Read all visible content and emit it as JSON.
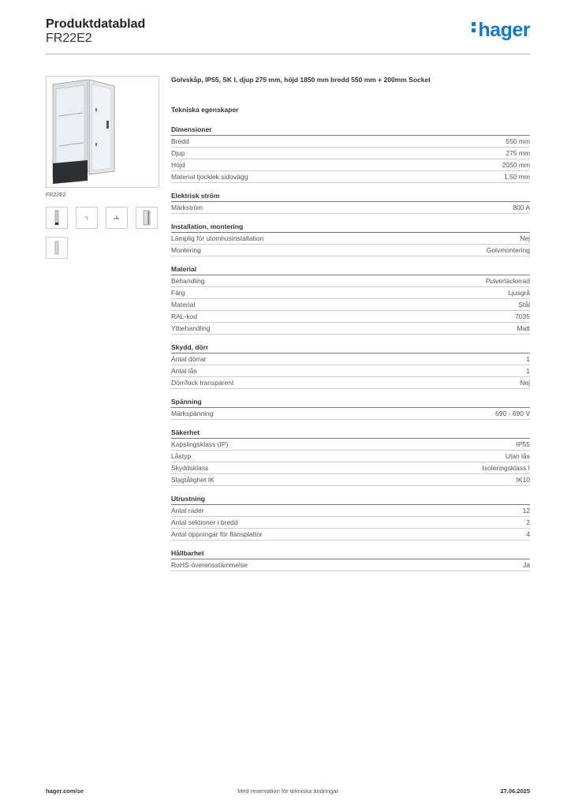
{
  "header": {
    "title": "Produktdatablad",
    "code": "FR22E2",
    "logo_text": "hager",
    "logo_color": "#1a78c2"
  },
  "image": {
    "caption": "FR22E2",
    "thumbnail_icons": [
      "cabinet-side-icon",
      "bracket-icon",
      "hinge-icon",
      "panel-icon",
      "rail-icon"
    ]
  },
  "product": {
    "description": "Golvskåp, IP55, SK I, djup 275 mm, höjd 1850 mm bredd 550 mm + 200mm Sockel"
  },
  "specs": {
    "heading": "Tekniska egenskaper",
    "groups": [
      {
        "title": "Dimensioner",
        "rows": [
          {
            "label": "Bredd",
            "value": "550 mm"
          },
          {
            "label": "Djup",
            "value": "275 mm"
          },
          {
            "label": "Höjd",
            "value": "2050 mm"
          },
          {
            "label": "Material tjocklek sidovägg",
            "value": "1,50 mm"
          }
        ]
      },
      {
        "title": "Elektrisk ström",
        "rows": [
          {
            "label": "Märkström",
            "value": "800 A"
          }
        ]
      },
      {
        "title": "Installation, montering",
        "rows": [
          {
            "label": "Lämplig för utomhusinstallation",
            "value": "Nej"
          },
          {
            "label": "Montering",
            "value": "Golvmontering"
          }
        ]
      },
      {
        "title": "Material",
        "rows": [
          {
            "label": "Behandling",
            "value": "Pulverlackerad"
          },
          {
            "label": "Färg",
            "value": "Ljusgrå"
          },
          {
            "label": "Material",
            "value": "Stål"
          },
          {
            "label": "RAL-kod",
            "value": "7035"
          },
          {
            "label": "Ytbehandling",
            "value": "Matt"
          }
        ]
      },
      {
        "title": "Skydd, dörr",
        "rows": [
          {
            "label": "Antal dörrar",
            "value": "1"
          },
          {
            "label": "Antal lås",
            "value": "1"
          },
          {
            "label": "Dörr/lock transparent",
            "value": "Nej"
          }
        ]
      },
      {
        "title": "Spänning",
        "rows": [
          {
            "label": "Märkspänning",
            "value": "690 - 690 V"
          }
        ]
      },
      {
        "title": "Säkerhet",
        "rows": [
          {
            "label": "Kapslingsklass (IP)",
            "value": "IP55"
          },
          {
            "label": "Låstyp",
            "value": "Utan lås"
          },
          {
            "label": "Skyddsklass",
            "value": "Isoleringsklass I"
          },
          {
            "label": "Slagtålighet IK",
            "value": "IK10"
          }
        ]
      },
      {
        "title": "Utrustning",
        "rows": [
          {
            "label": "Antal rader",
            "value": "12"
          },
          {
            "label": "Antal sektioner i bredd",
            "value": "2"
          },
          {
            "label": "Antal öppningar för flänsplattor",
            "value": "4"
          }
        ]
      },
      {
        "title": "Hållbarhet",
        "rows": [
          {
            "label": "RoHS-överensstämmelse",
            "value": "Ja"
          }
        ]
      }
    ]
  },
  "footer": {
    "left": "hager.com/se",
    "center": "Med reservation för tekniska ändringar",
    "right": "27.06.2025"
  }
}
